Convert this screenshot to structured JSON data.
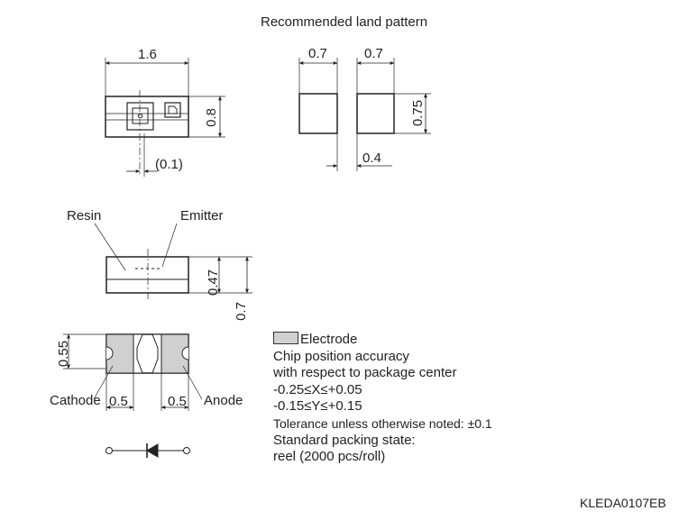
{
  "diagram": {
    "land_pattern_title": "Recommended land pattern",
    "dims": {
      "pkg_length": "1.6",
      "pkg_width": "0.8",
      "offset": "(0.1)",
      "land_width_left": "0.7",
      "land_width_right": "0.7",
      "land_height": "0.75",
      "land_gap": "0.4",
      "resin_height": "0.47",
      "total_height": "0.7",
      "electrode_height": "0.55",
      "electrode_left": "0.5",
      "electrode_right": "0.5"
    },
    "labels": {
      "resin": "Resin",
      "emitter": "Emitter",
      "cathode": "Cathode",
      "anode": "Anode"
    },
    "notes": {
      "electrode": "Electrode",
      "accuracy_1": "Chip position accuracy",
      "accuracy_2": "with respect to package center",
      "x_range": "-0.25≤X≤+0.05",
      "y_range": "-0.15≤Y≤+0.15",
      "tolerance": "Tolerance unless otherwise noted: ±0.1",
      "packing_1": "Standard packing state:",
      "packing_2": "reel (2000 pcs/roll)"
    },
    "part_code": "KLEDA0107EB",
    "colors": {
      "line": "#222222",
      "electrode_fill": "#d0d0d0"
    }
  }
}
